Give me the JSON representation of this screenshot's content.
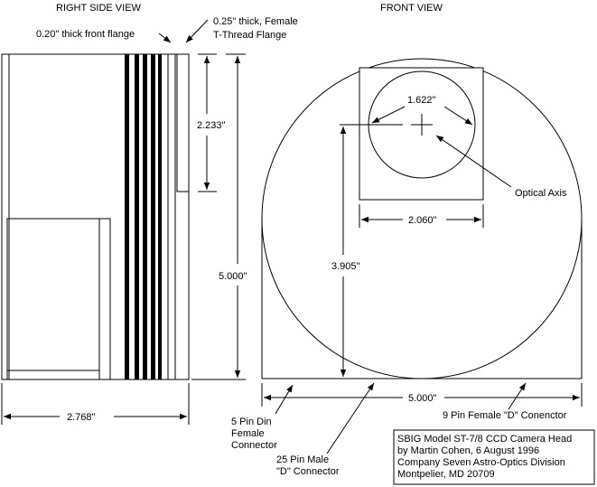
{
  "side_view": {
    "title": "RIGHT SIDE VIEW",
    "front_flange_label": "0.20\" thick front flange",
    "rear_flange_label_line1": "0.25\" thick, Female",
    "rear_flange_label_line2": "T-Thread Flange",
    "flange_height_dim": "2.233\"",
    "overall_height_dim": "5.000\"",
    "depth_dim": "2.768\""
  },
  "front_view": {
    "title": "FRONT VIEW",
    "aperture_diameter_dim": "1.622\"",
    "optical_axis_label": "Optical Axis",
    "window_width_dim": "2.060\"",
    "axis_height_dim": "3.905\"",
    "overall_width_dim": "5.000\""
  },
  "connectors": {
    "din_line1": "5 Pin Din",
    "din_line2": "Female",
    "din_line3": "Connector",
    "d_male_line1": "25 Pin Male",
    "d_male_line2": "\"D\" Connector",
    "d_female": "9 Pin Female \"D\" Conenctor"
  },
  "credit_box": {
    "line1": "SBIG Model ST-7/8 CCD Camera Head",
    "line2": "by Martin Cohen, 6 August 1996",
    "line3": "Company Seven Astro-Optics Division",
    "line4": "Montpelier, MD 20709"
  },
  "colors": {
    "ink": "#000000",
    "paper": "#ffffff"
  }
}
